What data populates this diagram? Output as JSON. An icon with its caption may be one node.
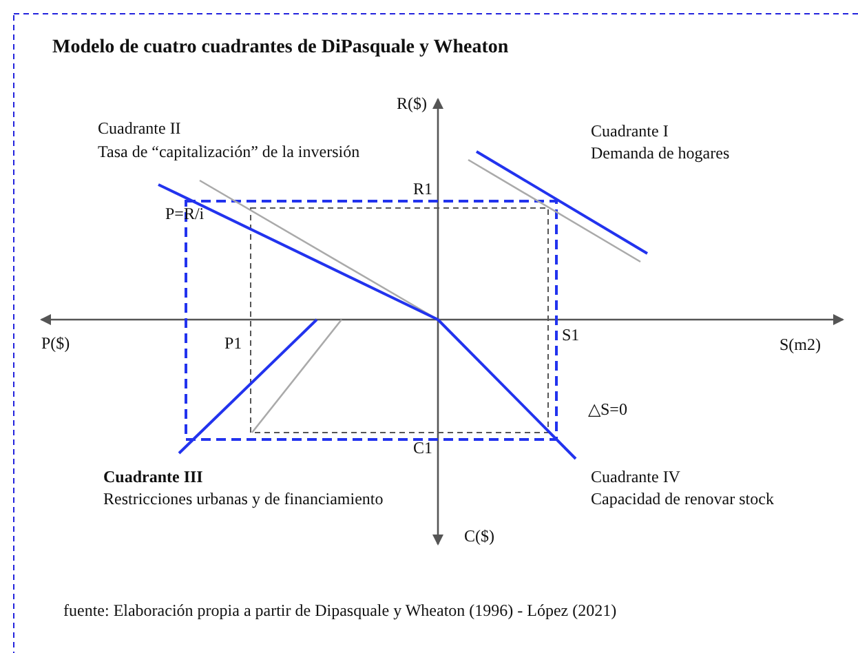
{
  "diagram": {
    "title": "Modelo de cuatro cuadrantes de DiPasquale y Wheaton",
    "caption": "fuente: Elaboración propia a partir de Dipasquale y Wheaton (1996) - López (2021)",
    "labels": [
      "R($)",
      "Cuadrante II",
      "Tasa de “capitalización” de la inversión",
      "Cuadrante I",
      "Demanda de hogares",
      "R1",
      "P=R/i",
      "P($)",
      "P1",
      "S1",
      "S(m2)",
      "△S=0",
      "C1",
      "Cuadrante III",
      "Restricciones urbanas y de financiamiento",
      "Cuadrante IV",
      "Capacidad de renovar stock",
      "C($)"
    ]
  }
}
